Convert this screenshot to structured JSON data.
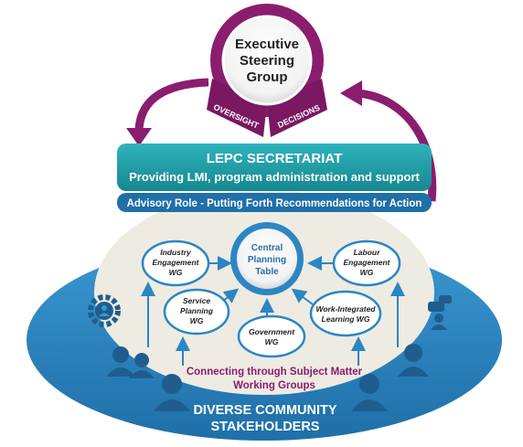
{
  "executive": {
    "line1": "Executive",
    "line2": "Steering",
    "line3": "Group",
    "tab_left": "OVERSIGHT",
    "tab_right": "DECISIONS"
  },
  "secretariat": {
    "title": "LEPC SECRETARIAT",
    "subtitle": "Providing LMI, program administration and support"
  },
  "advisory": {
    "text": "Advisory Role - Putting Forth Recommendations for Action"
  },
  "central": {
    "line1": "Central",
    "line2": "Planning",
    "line3": "Table"
  },
  "working_groups": {
    "industry": {
      "line1": "Industry",
      "line2": "Engagement",
      "line3": "WG"
    },
    "labour": {
      "line1": "Labour",
      "line2": "Engagement",
      "line3": "WG"
    },
    "service": {
      "line1": "Service",
      "line2": "Planning",
      "line3": "WG"
    },
    "government": {
      "line1": "Government",
      "line2": "WG"
    },
    "wil": {
      "line1": "Work-Integrated",
      "line2": "Learning WG"
    }
  },
  "connecting": {
    "line1": "Connecting through Subject Matter",
    "line2": "Working Groups"
  },
  "stakeholders": {
    "line1": "DIVERSE COMMUNITY",
    "line2": "STAKEHOLDERS"
  },
  "colors": {
    "purple": "#8b1d6f",
    "teal": "#1a9aa6",
    "blue": "#2b86c4",
    "navy": "#1f5d8e",
    "cream": "#eeebe2",
    "dark_blue_text": "#2a6fa8",
    "magenta_text": "#8b1d6f"
  },
  "icons": [
    "gear-people-icon",
    "chat-person-icon",
    "person-silhouette-icon"
  ]
}
